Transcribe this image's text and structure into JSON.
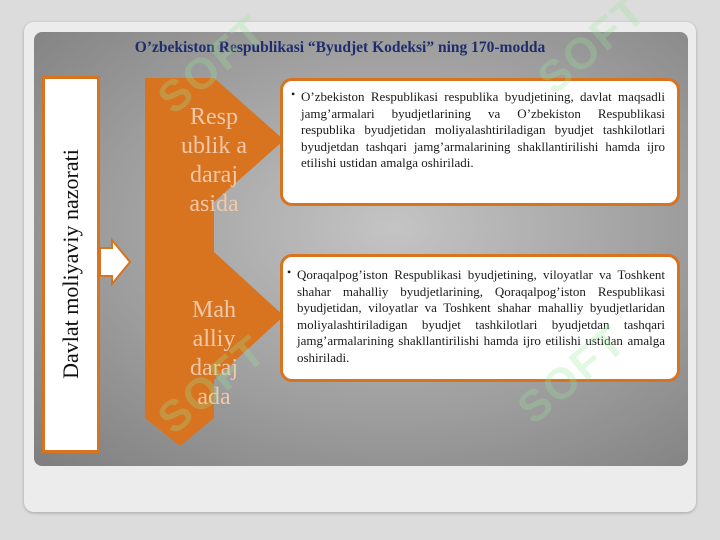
{
  "slide": {
    "title": "O’zbekiston Respublikasi “Byudjet Kodeksi” ning 170-modda",
    "vertical_label": "Davlat moliyaviy nazorati",
    "segments": [
      {
        "label": "Resp ublik a daraj asida",
        "bullet": "O’zbekiston Respublikasi respublika byudjetining, davlat maqsadli jamg’armalari byudjetlarining va O’zbekiston Respublikasi respublika byudjetidan moliyalashtiriladigan byudjet tashkilotlari byudjetdan tashqari jamg’armalarining shakllantirilishi hamda ijro etilishi ustidan amalga oshiriladi."
      },
      {
        "label": "Mah alliy daraj ada",
        "bullet": "Qoraqalpog’iston Respublikasi byudjetining, viloyatlar va Toshkent shahar mahalliy byudjetlarining, Qoraqalpog’iston Respublikasi byudjetidan, viloyatlar va Toshkent shahar mahalliy byudjetlaridan moliyalashtiriladigan byudjet tashkilotlari byudjetdan tashqari jamg’armalarining shakllantirilishi hamda ijro etilishi ustidan amalga oshiriladi."
      }
    ]
  },
  "watermark": {
    "text": "SOFT"
  },
  "colors": {
    "accent": "#d8731f",
    "title": "#1f2d6e",
    "segment_text": "#f2c9a8"
  }
}
